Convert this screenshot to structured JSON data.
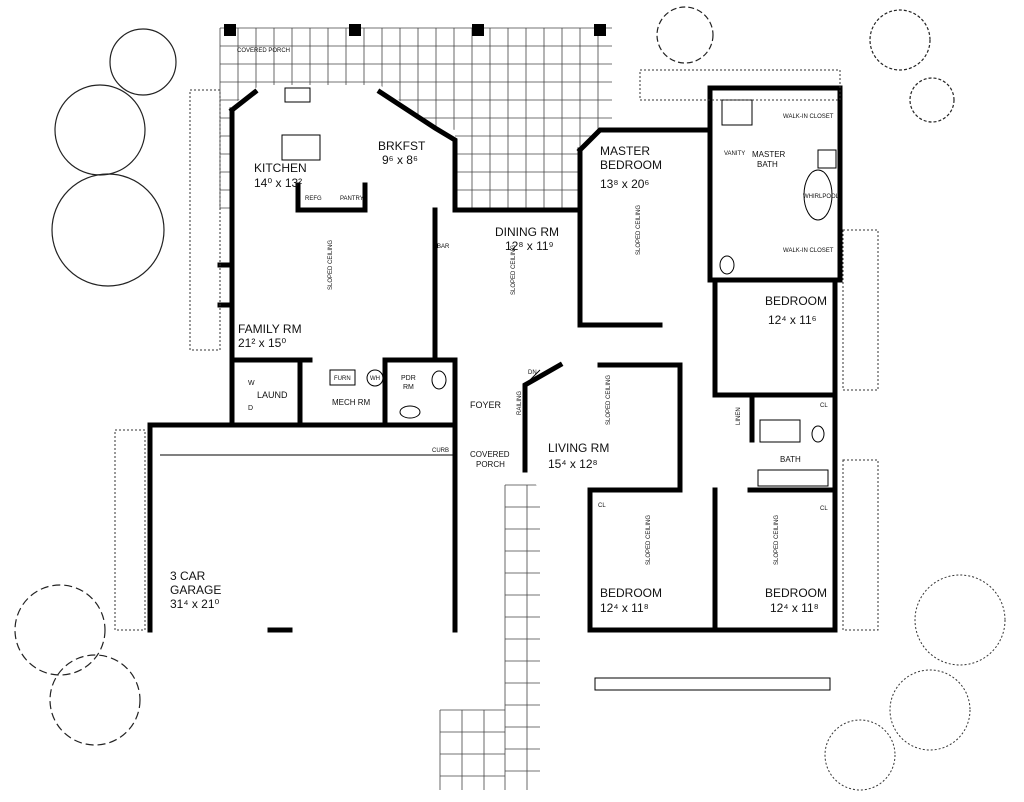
{
  "rooms": {
    "covered_porch_rear": "COVERED PORCH",
    "kitchen": {
      "name": "KITCHEN",
      "size": "14⁰ x 13²"
    },
    "brkfst": {
      "name": "BRKFST",
      "size": "9⁶ x 8⁶"
    },
    "master_bedroom": {
      "name": "MASTER",
      "name2": "BEDROOM",
      "size": "13⁸ x 20⁶"
    },
    "dining": {
      "name": "DINING RM",
      "size": "12⁸ x 11⁹"
    },
    "family": {
      "name": "FAMILY RM",
      "size": "21² x 15⁰"
    },
    "master_bath": {
      "name": "MASTER",
      "name2": "BATH"
    },
    "walk_in_closet_1": "WALK-IN CLOSET",
    "walk_in_closet_2": "WALK-IN CLOSET",
    "whirlpool": "WHIRLPOOL",
    "vanity": "VANITY",
    "bedroom_1": {
      "name": "BEDROOM",
      "size": "12⁴ x 11⁶"
    },
    "laund": "LAUND",
    "washer": "W",
    "dryer": "D",
    "mech": "MECH RM",
    "furn": "FURN",
    "wh": "WH",
    "pdr": {
      "name": "PDR",
      "name2": "RM"
    },
    "foyer": "FOYER",
    "railing": "RAILING",
    "dn": "DN",
    "covered_porch_front": {
      "name": "COVERED",
      "name2": "PORCH"
    },
    "curb": "CURB",
    "living": {
      "name": "LIVING RM",
      "size": "15⁴ x 12⁸"
    },
    "bath": "BATH",
    "linen": "LINEN",
    "cl": "CL",
    "bedroom_2": {
      "name": "BEDROOM",
      "size": "12⁴ x 11⁸"
    },
    "bedroom_3": {
      "name": "BEDROOM",
      "size": "12⁴ x 11⁸"
    },
    "garage": {
      "name": "3 CAR",
      "name2": "GARAGE",
      "size": "31⁴ x 21⁰"
    },
    "bar": "BAR",
    "pantry": "PANTRY",
    "refg": "REFG",
    "sloped_ceiling": "SLOPED CEILING"
  }
}
